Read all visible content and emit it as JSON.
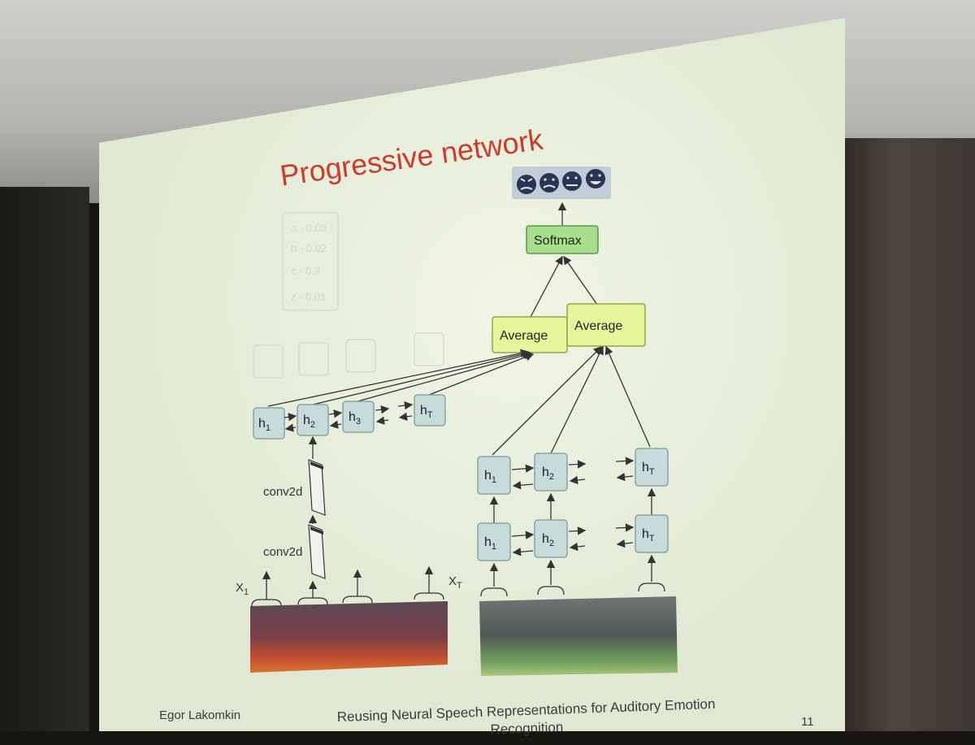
{
  "slide": {
    "title": "Progressive network",
    "footer_author": "Egor Lakomkin",
    "footer_title": "Reusing Neural Speech Representations for Auditory Emotion Recognition",
    "page_number": "11"
  },
  "diagram": {
    "softmax_label": "Softmax",
    "average_label": "Average",
    "conv_label": "conv2d",
    "input_first": "X",
    "input_first_sub": "1",
    "input_last": "X",
    "input_last_sub": "T",
    "hidden": "h",
    "sub_1": "1",
    "sub_2": "2",
    "sub_3": "3",
    "sub_T": "T",
    "faint_probs": [
      "a - 0.08",
      "b - 0.02",
      "c - 0.3",
      "z - 0.01"
    ],
    "emotion_icons": [
      "angry-face-icon",
      "sad-face-icon",
      "neutral-face-icon",
      "happy-face-icon"
    ],
    "colors": {
      "title": "#cf3a2b",
      "hidden_box": "#c7dcd8",
      "average_box": "#e6f59a",
      "softmax_box": "#a8df8c"
    }
  }
}
